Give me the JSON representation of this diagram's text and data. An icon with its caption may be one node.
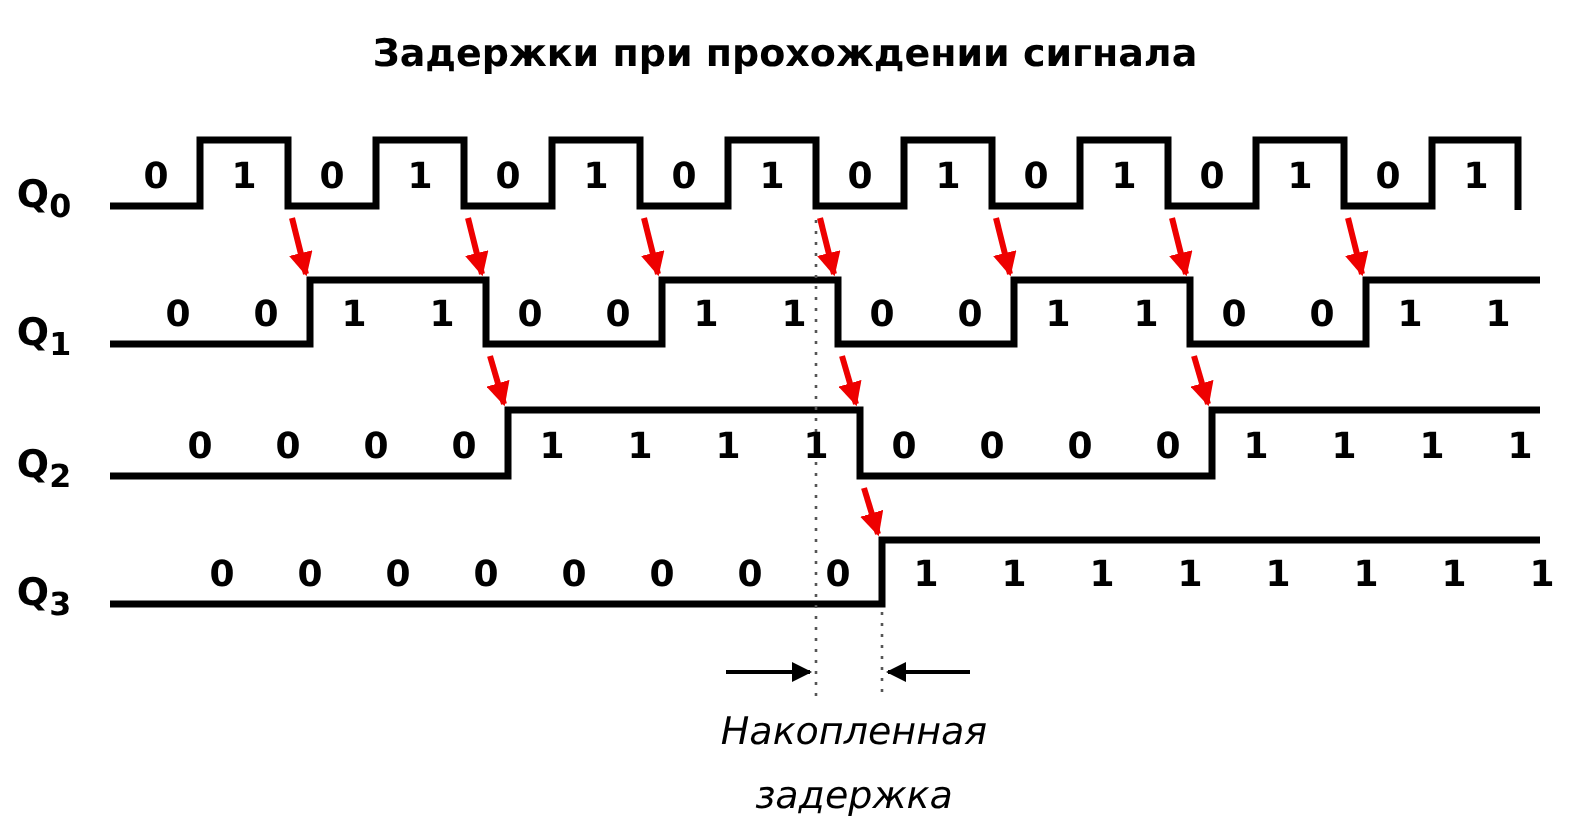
{
  "diagram": {
    "title": "Задержки при прохождении сигнала",
    "labels": [
      "Q$_{0}$",
      "0",
      "1",
      "0",
      "1",
      "0",
      "1",
      "0",
      "1",
      "0",
      "1",
      "0",
      "1",
      "0",
      "1",
      "0",
      "1",
      "Q$_{1}$",
      "0",
      "0",
      "1",
      "1",
      "0",
      "0",
      "1",
      "1",
      "0",
      "0",
      "1",
      "1",
      "0",
      "0",
      "1",
      "1",
      "Q$_{2}$",
      "0",
      "0",
      "0",
      "0",
      "1",
      "1",
      "1",
      "1",
      "0",
      "0",
      "0",
      "0",
      "1",
      "1",
      "1",
      "1",
      "Q$_{3}$",
      "0",
      "0",
      "0",
      "0",
      "0",
      "0",
      "0",
      "0",
      "1",
      "1",
      "1",
      "1",
      "1",
      "1",
      "1",
      "1",
      "Накопленная задержка"
    ]
  }
}
